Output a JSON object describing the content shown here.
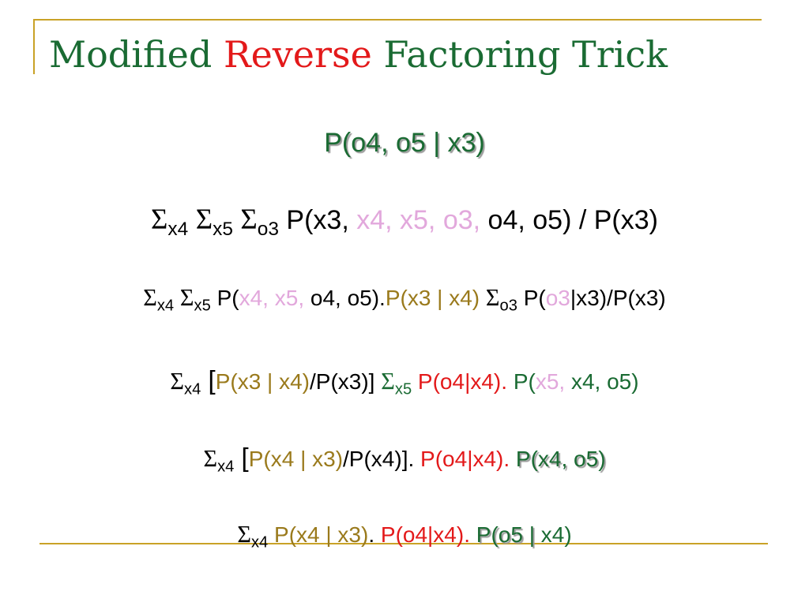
{
  "title": {
    "part1": "Modified",
    "part2": "Reverse",
    "part3": "Factoring Trick"
  },
  "colors": {
    "title_green": "#1a6b33",
    "title_red": "#e3191a",
    "rule_gold": "#c9a227"
  },
  "lines": [
    [
      {
        "t": "P(o4, o5 | x3)",
        "c": "#1a6b33",
        "shadow": true
      }
    ],
    [
      {
        "t": "Σ",
        "c": "#000000",
        "sigma": true
      },
      {
        "t": "x4",
        "c": "#000000",
        "sub": true
      },
      {
        "t": " ",
        "c": "#000000"
      },
      {
        "t": "Σ",
        "c": "#000000",
        "sigma": true
      },
      {
        "t": "x5",
        "c": "#000000",
        "sub": true
      },
      {
        "t": " ",
        "c": "#000000"
      },
      {
        "t": "Σ",
        "c": "#000000",
        "sigma": true
      },
      {
        "t": "o3",
        "c": "#000000",
        "sub": true
      },
      {
        "t": " P(x3, ",
        "c": "#000000"
      },
      {
        "t": "x4, x5, o3, ",
        "c": "#e2a8dc"
      },
      {
        "t": "o4, o5) / P(x3)",
        "c": "#000000"
      }
    ],
    [
      {
        "t": "Σ",
        "c": "#000000",
        "sigma": true
      },
      {
        "t": "x4",
        "c": "#000000",
        "sub": true
      },
      {
        "t": " ",
        "c": "#000000"
      },
      {
        "t": "Σ",
        "c": "#000000",
        "sigma": true
      },
      {
        "t": "x5",
        "c": "#000000",
        "sub": true
      },
      {
        "t": " P(",
        "c": "#000000"
      },
      {
        "t": "x4, x5, ",
        "c": "#e2a8dc"
      },
      {
        "t": "o4, o5).",
        "c": "#000000"
      },
      {
        "t": "P(x3 | x4)",
        "c": "#9a7a1c"
      },
      {
        "t": " ",
        "c": "#000000"
      },
      {
        "t": "Σ",
        "c": "#000000",
        "sigma": true
      },
      {
        "t": "o3",
        "c": "#000000",
        "sub": true
      },
      {
        "t": " P(",
        "c": "#000000"
      },
      {
        "t": "o3",
        "c": "#e2a8dc"
      },
      {
        "t": "|x3)/P(x3)",
        "c": "#000000"
      }
    ],
    [
      {
        "t": "Σ",
        "c": "#000000",
        "sigma": true
      },
      {
        "t": "x4",
        "c": "#000000",
        "sub": true
      },
      {
        "t": " [",
        "c": "#000000",
        "bracket": true
      },
      {
        "t": "P(x3 | x4)",
        "c": "#9a7a1c"
      },
      {
        "t": "/P(x3)]",
        "c": "#000000"
      },
      {
        "t": " ",
        "c": "#000000"
      },
      {
        "t": "Σ",
        "c": "#1a6b33",
        "sigma": true
      },
      {
        "t": "x5",
        "c": "#1a6b33",
        "sub": true
      },
      {
        "t": " P(o4|x4). ",
        "c": "#e3191a"
      },
      {
        "t": " P(",
        "c": "#1a6b33"
      },
      {
        "t": "x5, ",
        "c": "#e2a8dc"
      },
      {
        "t": "x4, o5)",
        "c": "#1a6b33"
      }
    ],
    [
      {
        "t": "Σ",
        "c": "#000000",
        "sigma": true
      },
      {
        "t": "x4",
        "c": "#000000",
        "sub": true
      },
      {
        "t": " [",
        "c": "#000000",
        "bracket": true
      },
      {
        "t": "P(x4 | x3)",
        "c": "#9a7a1c"
      },
      {
        "t": "/P(x4)]. ",
        "c": "#000000"
      },
      {
        "t": "P(o4|x4). ",
        "c": "#e3191a"
      },
      {
        "t": "P(x4, o5)",
        "c": "#1a6b33",
        "shadow": true
      }
    ],
    [
      {
        "t": "Σ",
        "c": "#000000",
        "sigma": true
      },
      {
        "t": "x4",
        "c": "#000000",
        "sub": true
      },
      {
        "t": " ",
        "c": "#000000"
      },
      {
        "t": "P(x4 | x3)",
        "c": "#9a7a1c"
      },
      {
        "t": ". ",
        "c": "#000000"
      },
      {
        "t": "P(o4|x4). ",
        "c": "#e3191a"
      },
      {
        "t": "P(o5 | ",
        "c": "#1a6b33",
        "shadow": true
      },
      {
        "t": "x4)",
        "c": "#1a6b33"
      }
    ]
  ]
}
